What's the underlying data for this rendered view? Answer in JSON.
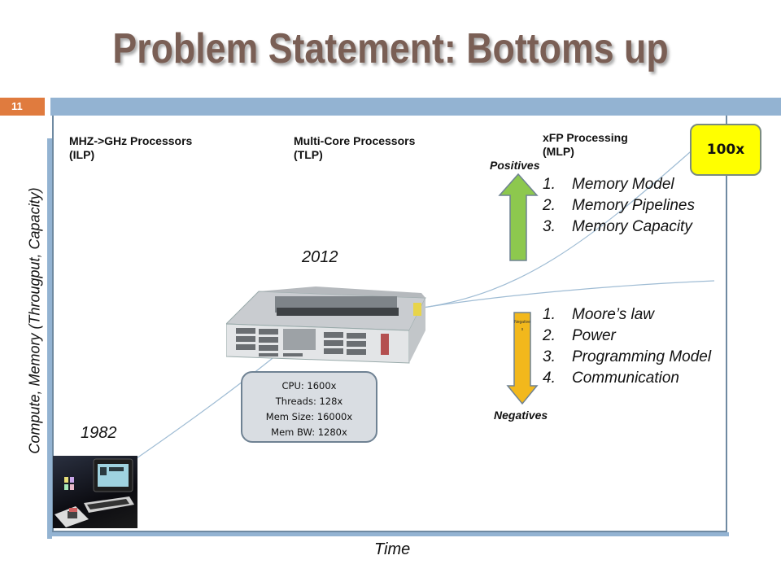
{
  "slide": {
    "title": "Problem Statement: Bottoms up",
    "number": "11",
    "colors": {
      "title": "#7a5f55",
      "number_tab": "#e07b3e",
      "accent_bar": "#93b3d2",
      "frame": "#6f8aa2"
    }
  },
  "axes": {
    "y_label": "Compute, Memory (Througput, Capacity)",
    "x_label": "Time"
  },
  "eras": [
    {
      "title": "MHZ->GHz Processors",
      "subtitle": "(ILP)"
    },
    {
      "title": "Multi-Core Processors",
      "subtitle": "(TLP)"
    },
    {
      "title": "xFP Processing",
      "subtitle": "(MLP)"
    }
  ],
  "years": {
    "start": "1982",
    "mid": "2012"
  },
  "images": {
    "pc_1982": "vintage-workstation-photo",
    "server_2012": "rack-server-photo"
  },
  "stats": {
    "lines": [
      "CPU: 1600x",
      "Threads: 128x",
      "Mem Size: 16000x",
      "Mem BW: 1280x"
    ]
  },
  "badge": {
    "label": "100x",
    "color": "#ffff00"
  },
  "positives": {
    "label": "Positives",
    "arrow_color": "#8dc84e",
    "items": [
      {
        "num": "1.",
        "text": "Memory Model"
      },
      {
        "num": "2.",
        "text": "Memory Pipelines"
      },
      {
        "num": "3.",
        "text": "Memory Capacity"
      }
    ]
  },
  "negatives": {
    "label": "Negatives",
    "arrow_text": "Negatives",
    "arrow_color": "#f2b81c",
    "items": [
      {
        "num": "1.",
        "text": "Moore’s law"
      },
      {
        "num": "2.",
        "text": "Power"
      },
      {
        "num": "3.",
        "text": "Programming Model"
      },
      {
        "num": "4.",
        "text": "Communication"
      }
    ]
  }
}
